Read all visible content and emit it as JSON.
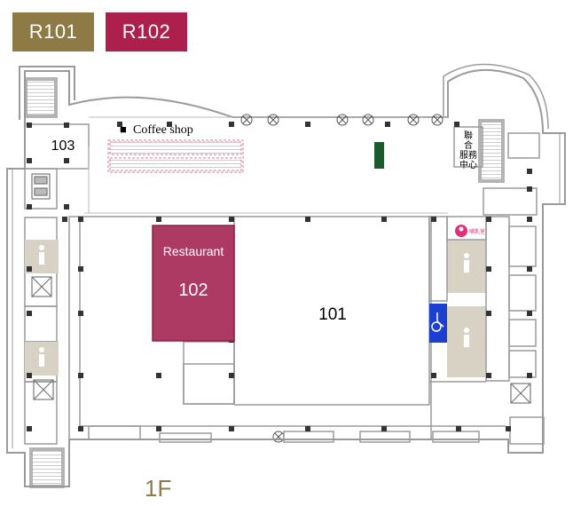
{
  "buttons": {
    "r101": "R101",
    "r102": "R102"
  },
  "rooms": {
    "r101": "101",
    "r102": "102",
    "r102_label": "Restaurant",
    "r103": "103"
  },
  "coffee_shop": {
    "marker": "■",
    "label": "Coffee shop"
  },
  "service_center": [
    "聯",
    "合",
    "服務",
    "中心"
  ],
  "nursing_room": "哺乳室",
  "floor": "1F",
  "colors": {
    "r101_button": "#8e7a45",
    "r102_button": "#ad1f4d",
    "restaurant": "#ad3a63",
    "restroom": "#d8d2c4",
    "accessible": "#1b3fd1",
    "green_marker": "#1b5a2a",
    "wall": "#9a9a9a",
    "column": "#333333"
  },
  "icons": [
    "restroom-icon",
    "wheelchair-icon",
    "nursing-room-icon",
    "elevator-icon",
    "stairs-icon",
    "escalator-icon"
  ]
}
